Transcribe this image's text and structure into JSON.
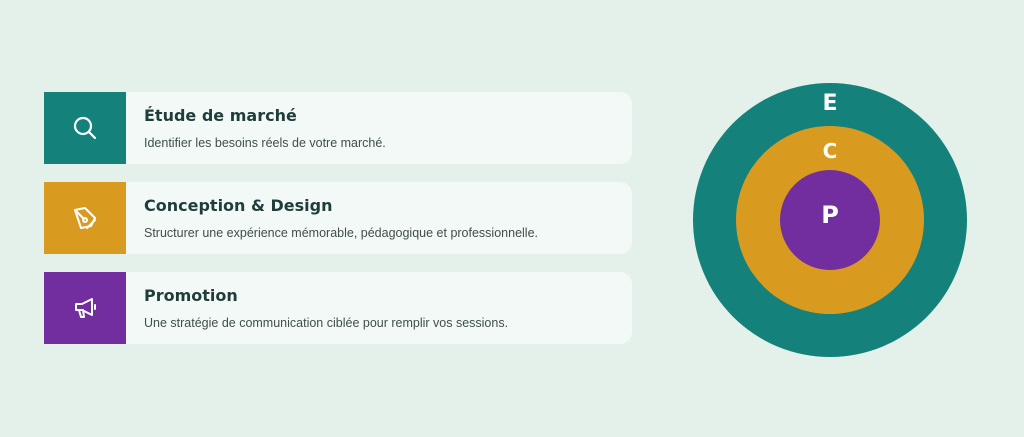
{
  "steps": [
    {
      "title": "Étude de marché",
      "description": "Identifier les besoins réels de votre marché.",
      "icon": "search-icon",
      "color": "#14827a"
    },
    {
      "title": "Conception & Design",
      "description": "Structurer une expérience mémorable, pédagogique et professionnelle.",
      "icon": "pen-nib-icon",
      "color": "#d89b1f"
    },
    {
      "title": "Promotion",
      "description": "Une stratégie de communication ciblée pour remplir vos sessions.",
      "icon": "megaphone-icon",
      "color": "#722e9e"
    }
  ],
  "rings": {
    "outer": {
      "letter": "E",
      "color": "#14827a"
    },
    "middle": {
      "letter": "C",
      "color": "#d89b1f"
    },
    "inner": {
      "letter": "P",
      "color": "#722e9e"
    }
  }
}
